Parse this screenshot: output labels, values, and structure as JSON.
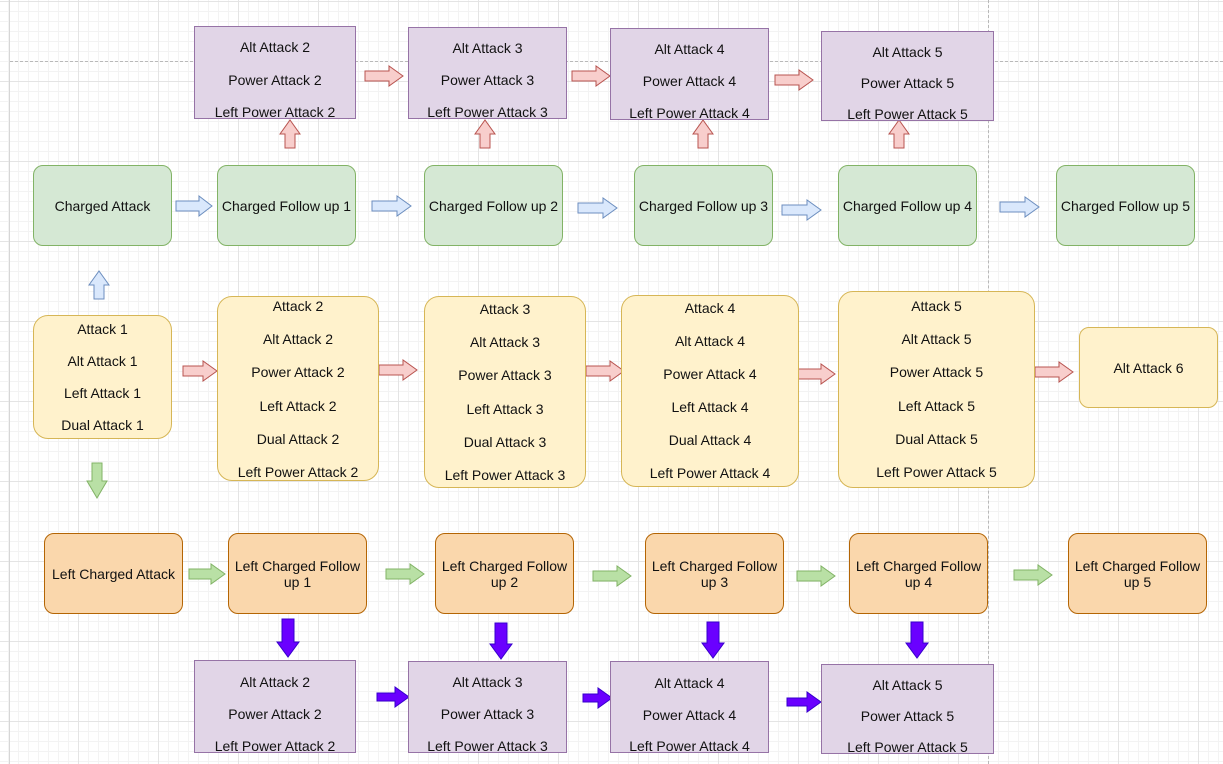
{
  "colors": {
    "purple_fill": "#e1d5e7",
    "purple_stroke": "#9673a6",
    "green_fill": "#d5e8d4",
    "green_stroke": "#82b366",
    "yellow_fill": "#fff2cc",
    "yellow_stroke": "#d6b656",
    "orange_fill": "#fad7ac",
    "orange_stroke": "#b46504",
    "arrow_red_fill": "#f8cecc",
    "arrow_red_stroke": "#b85450",
    "arrow_blue_fill": "#dae8fc",
    "arrow_blue_stroke": "#6c8ebf",
    "arrow_green_fill": "#b9e0a5",
    "arrow_green_stroke": "#82b366",
    "arrow_violet_fill": "#6a00ff",
    "arrow_violet_stroke": "#3700cc"
  },
  "top_power_boxes": [
    {
      "lines": [
        "Alt Attack 2",
        "Power Attack 2",
        "Left Power Attack 2"
      ]
    },
    {
      "lines": [
        "Alt Attack 3",
        "Power Attack 3",
        "Left Power Attack 3"
      ]
    },
    {
      "lines": [
        "Alt Attack 4",
        "Power Attack 4",
        "Left Power Attack 4"
      ]
    },
    {
      "lines": [
        "Alt Attack 5",
        "Power Attack 5",
        "Left Power Attack 5"
      ]
    }
  ],
  "charged_row": [
    "Charged Attack",
    "Charged Follow up 1",
    "Charged Follow up 2",
    "Charged Follow up 3",
    "Charged Follow up 4",
    "Charged Follow up 5"
  ],
  "attack_row": [
    {
      "lines": [
        "Attack 1",
        "Alt Attack 1",
        "Left Attack 1",
        "Dual Attack 1"
      ]
    },
    {
      "lines": [
        "Attack 2",
        "Alt Attack 2",
        "Power Attack 2",
        "Left Attack 2",
        "Dual Attack 2",
        "Left Power Attack 2"
      ]
    },
    {
      "lines": [
        "Attack 3",
        "Alt Attack 3",
        "Power Attack 3",
        "Left Attack 3",
        "Dual Attack 3",
        "Left Power Attack 3"
      ]
    },
    {
      "lines": [
        "Attack 4",
        "Alt Attack 4",
        "Power Attack 4",
        "Left Attack 4",
        "Dual Attack 4",
        "Left Power Attack 4"
      ]
    },
    {
      "lines": [
        "Attack 5",
        "Alt Attack 5",
        "Power Attack 5",
        "Left Attack 5",
        "Dual Attack 5",
        "Left Power Attack 5"
      ]
    },
    {
      "lines": [
        "Alt Attack 6"
      ]
    }
  ],
  "left_charged_row": [
    "Left Charged Attack",
    "Left  Charged Follow up 1",
    "Left  Charged Follow up 2",
    "Left  Charged Follow up 3",
    "Left Charged Follow up 4",
    "Left  Charged Follow up 5"
  ],
  "bottom_power_boxes": [
    {
      "lines": [
        "Alt Attack 2",
        "Power Attack 2",
        "Left Power Attack 2"
      ]
    },
    {
      "lines": [
        "Alt Attack 3",
        "Power Attack 3",
        "Left Power Attack 3"
      ]
    },
    {
      "lines": [
        "Alt Attack 4",
        "Power Attack 4",
        "Left Power Attack 4"
      ]
    },
    {
      "lines": [
        "Alt Attack 5",
        "Power Attack 5",
        "Left Power Attack 5"
      ]
    }
  ]
}
